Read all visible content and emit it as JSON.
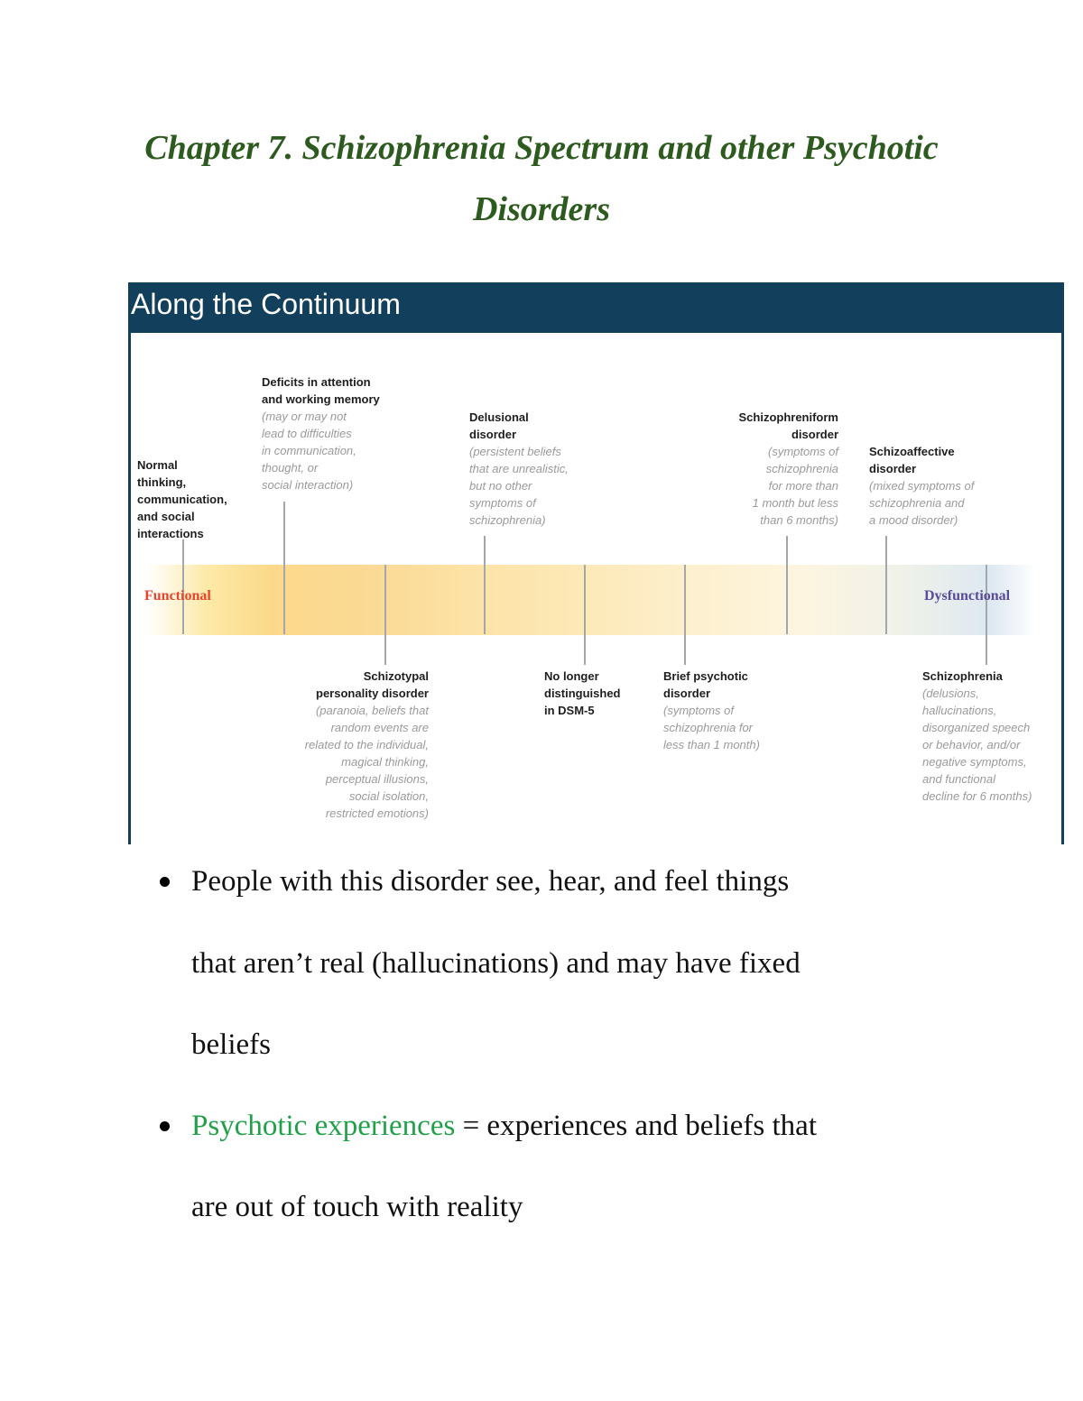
{
  "document": {
    "title_line1": "Chapter 7. Schizophrenia Spectrum and other Psychotic",
    "title_line2": "Disorders"
  },
  "figure": {
    "header": "Along the Continuum",
    "scale": {
      "left_label": "Functional",
      "right_label": "Dysfunctional",
      "left_color": "#e8442c",
      "right_color": "#5a4a9a",
      "header_color": "#123f5c"
    },
    "labels_above": [
      {
        "title": [
          "Normal",
          "thinking,",
          "communication,",
          "and social",
          "interactions"
        ],
        "desc": []
      },
      {
        "title": [
          "Deficits in attention",
          "and working memory"
        ],
        "desc": [
          "(may or may not",
          "lead to difficulties",
          "in communication,",
          "thought, or",
          "social interaction)"
        ]
      },
      {
        "title": [
          "Delusional",
          "disorder"
        ],
        "desc": [
          "(persistent beliefs",
          "that are unrealistic,",
          "but no other",
          "symptoms of",
          "schizophrenia)"
        ]
      },
      {
        "title": [
          "Schizophreniform",
          "disorder"
        ],
        "desc": [
          "(symptoms of",
          "schizophrenia",
          "for more than",
          "1 month but less",
          "than 6 months)"
        ]
      },
      {
        "title": [
          "Schizoaffective",
          "disorder"
        ],
        "desc": [
          "(mixed symptoms of",
          "schizophrenia and",
          "a mood disorder)"
        ]
      }
    ],
    "labels_below": [
      {
        "title": [
          "Schizotypal",
          "personality disorder"
        ],
        "desc": [
          "(paranoia, beliefs that",
          "random events are",
          "related to the individual,",
          "magical thinking,",
          "perceptual illusions,",
          "social isolation,",
          "restricted emotions)"
        ]
      },
      {
        "title": [
          "No longer",
          "distinguished",
          "in DSM-5"
        ],
        "desc": []
      },
      {
        "title": [
          "Brief psychotic",
          "disorder"
        ],
        "desc": [
          "(symptoms of",
          "schizophrenia for",
          "less than 1 month)"
        ]
      },
      {
        "title": [
          "Schizophrenia"
        ],
        "desc": [
          "(delusions,",
          "hallucinations,",
          "disorganized speech",
          "or behavior, and/or",
          "negative symptoms,",
          "and functional",
          "decline for 6 months)"
        ]
      }
    ]
  },
  "bullets": [
    {
      "lines": [
        "People with this disorder see, hear, and feel things",
        "that aren’t real (hallucinations) and may have fixed",
        "beliefs"
      ]
    },
    {
      "term": "Psychotic experiences",
      "term_color": "#21a04a",
      "rest_line1": " = experiences and beliefs that",
      "lines_after": [
        "are out of touch with reality"
      ]
    }
  ]
}
